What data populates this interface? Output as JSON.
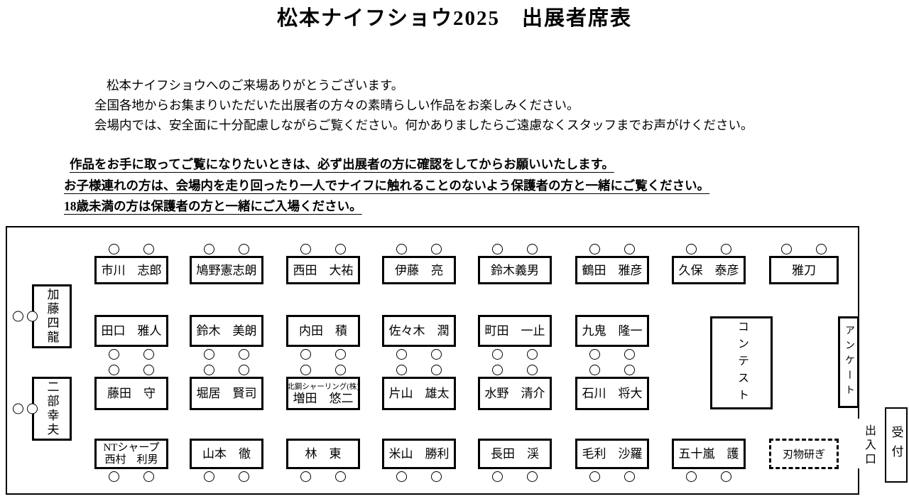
{
  "title": "松本ナイフショウ2025　出展者席表",
  "intro": {
    "line1": "松本ナイフショウへのご来場ありがとうございます。",
    "line2": "全国各地からお集まりいただいた出展者の方々の素晴らしい作品をお楽しみください。",
    "line3": "会場内では、安全面に十分配慮しながらご覧ください。何かありましたらご遠慮なくスタッフまでお声がけください。"
  },
  "warnings": {
    "line1": "作品をお手に取ってご覧になりたいときは、必ず出展者の方に確認をしてからお願いいたします。",
    "line2": "お子様連れの方は、会場内を走り回ったり一人でナイフに触れることのないよう保護者の方と一緒にご覧ください。",
    "line3": "18歳未満の方は保護者の方と一緒にご入場ください。"
  },
  "booths": {
    "r1": [
      "市川　志郎",
      "鳩野憲志朗",
      "西田　大祐",
      "伊藤　亮",
      "鈴木義男",
      "鶴田　雅彦",
      "久保　泰彦",
      "雅刀"
    ],
    "r2": [
      "田口　雅人",
      "鈴木　美朗",
      "内田　積",
      "佐々木　潤",
      "町田　一止",
      "九鬼　隆一"
    ],
    "r3": [
      "藤田　守",
      "堀居　賢司",
      {
        "sub": "北鋼シャーリング(株)",
        "name": "増田　悠二"
      },
      "片山　雄太",
      "水野　清介",
      "石川　将大"
    ],
    "r4": [
      {
        "sub": "NTシャープ",
        "name": "西村　利男"
      },
      "山本　徹",
      "林　東",
      "米山　勝利",
      "長田　渓",
      "毛利　沙羅",
      "五十嵐　護"
    ]
  },
  "side_booths": {
    "left1": "加藤四龍",
    "left2": "二部幸夫"
  },
  "areas": {
    "contest": "コンテスト",
    "survey": "アンケート",
    "sharpening": "刃物研ぎ",
    "entrance": "出入口",
    "reception": "受付"
  }
}
